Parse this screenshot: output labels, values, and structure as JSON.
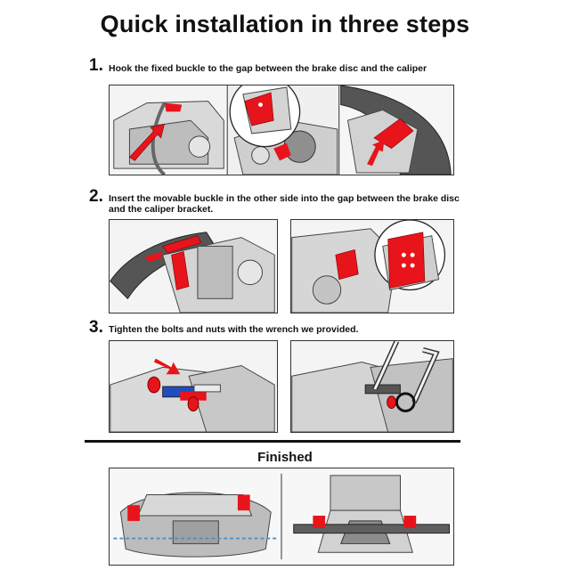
{
  "title": "Quick installation in three steps",
  "steps": [
    {
      "number": "1.",
      "text": "Hook the fixed buckle to the gap between the brake disc and the caliper"
    },
    {
      "number": "2.",
      "text_line1": "Insert the movable buckle in the other side into the gap between the brake disc",
      "text_line2": "and the caliper bracket."
    },
    {
      "number": "3.",
      "text": "Tighten the bolts and nuts with the wrench we provided."
    }
  ],
  "finished": "Finished",
  "colors": {
    "accent": "#e8141b",
    "line": "#333333",
    "part": "#cfcfcf",
    "shade": "#9a9a9a"
  }
}
